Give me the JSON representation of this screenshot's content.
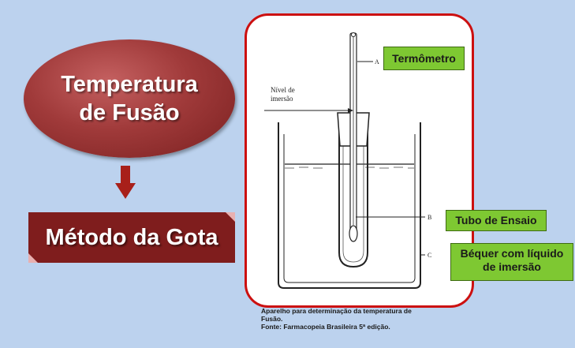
{
  "title": {
    "line1": "Temperatura",
    "line2": "de Fusão"
  },
  "method": {
    "label": "Método da Gota"
  },
  "diagram": {
    "immersion_label_line1": "Nível de",
    "immersion_label_line2": "imersão",
    "letter_a": "A",
    "letter_b": "B",
    "letter_c": "C"
  },
  "labels": {
    "thermometer": "Termômetro",
    "tube": "Tubo de Ensaio",
    "beaker_line1": "Béquer com líquido",
    "beaker_line2": "de imersão"
  },
  "caption": {
    "line1": "Aparelho para determinação da temperatura de",
    "line2": "Fusão.",
    "line3": "Fonte: Farmacopeia Brasileira 5ª edição."
  },
  "colors": {
    "background": "#bcd2ee",
    "title_red": "#a03a3a",
    "method_dark_red": "#7f1d1d",
    "frame_red": "#cc1010",
    "label_green": "#7ec832"
  }
}
